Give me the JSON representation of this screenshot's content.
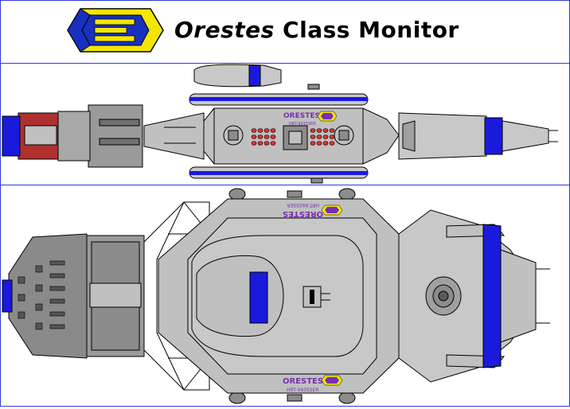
{
  "header": {
    "title_italic": "Orestes",
    "title_rest": " Class Monitor",
    "logo_icon": "rank-insignia-icon"
  },
  "side_view": {
    "name_label": "ORESTES",
    "registry_label": "HRT-9935SER"
  },
  "top_view": {
    "name_label_top": "ORESTES",
    "registry_label_top": "HRT-9935SER",
    "name_label_bottom": "ORESTES",
    "registry_label_bottom": "HRT-9935SER"
  },
  "colors": {
    "hull": "#c0c0c0",
    "hull_dark": "#8c8c8c",
    "stripe_blue": "#1a1adc",
    "label_purple": "#7a2fb0",
    "accent_red": "#e03030",
    "logo_yellow": "#f2e600",
    "logo_blue": "#1830c0",
    "frame_blue": "#2d3bd6"
  }
}
